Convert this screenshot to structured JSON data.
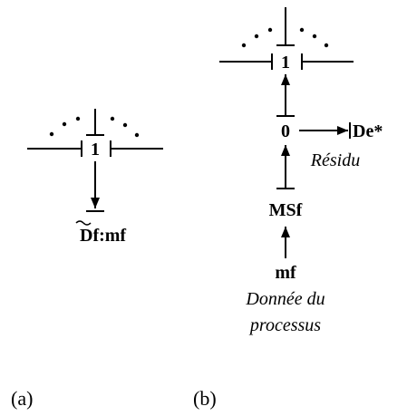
{
  "diagram_a": {
    "junction_label": "1",
    "detector_label": "Df:mf",
    "caption": "(a)"
  },
  "diagram_b": {
    "top_junction_label": "1",
    "mid_junction_label": "0",
    "detector_label": "De*",
    "residual_label": "Résidu",
    "source_label": "MSf",
    "input_label": "mf",
    "input_desc_line1": "Donnée du",
    "input_desc_line2": "processus",
    "caption": "(b)"
  },
  "colors": {
    "ink": "#000000",
    "background": "#ffffff"
  }
}
